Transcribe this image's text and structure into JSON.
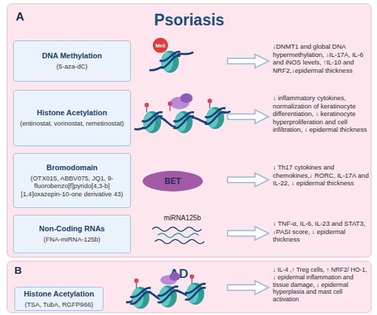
{
  "diagram": {
    "nodes": [
      {
        "text": [
          "A",
          "Psoriasis"
        ]
      },
      {
        "text": [
          "DNA Methylation",
          "(5-aza-dC)"
        ],
        "in": 0
      },
      {
        "text": [
          "Me3"
        ],
        "in": 0
      },
      {
        "text": [
          "Histone Acetylation",
          "(entinostat, vorinostat, remetinostat)"
        ],
        "in": 0
      },
      {
        "text": [
          "Bromodomain",
          "(OTX015, ABBV075, JQ1, 9-fluorobenzo[f]pyrido[4,3-b][1,4]oxazepin-10-one derivative 43)"
        ],
        "in": 0
      },
      {
        "text": [
          "BET"
        ],
        "in": 0
      },
      {
        "text": [
          "Non-Coding RNAs",
          "(FNA-miRNA-125b)"
        ],
        "in": 0
      },
      {
        "text": [
          "B",
          "AD"
        ]
      },
      {
        "text": [
          "Histone Acetylation",
          "(TSA, TubA, RGFP966)"
        ],
        "in": 7
      }
    ],
    "labels": [
      "↓DNMT1 and global DNA hypermethylation, ↓IL-17A, IL-6 and iNOS levels, ↑IL-10 and NRF2,↓epidermal thickness",
      "↓ inflammatory cytokines, normalization of keratinocyte differentiation, ↓ keratinocyte hyperproliferation and cell infiltration, ↓ epidermal thickness",
      "↓ Th17 cytokines and chemokines,↓ RORC, IL-17A and IL-22, ↓ epidermal thickness",
      "miRNA125b",
      "↓ TNF-α, IL-6, IL-23 and STAT3, ↓PASI score, ↓ epidermal thickness",
      "↓ IL-4 ,↑ Treg cells, ↑ NRF2/ HO-1, ↓ epidermal inflammation and tissue damage, ↓ epidermal hyperplasia and mast cell activation"
    ]
  }
}
